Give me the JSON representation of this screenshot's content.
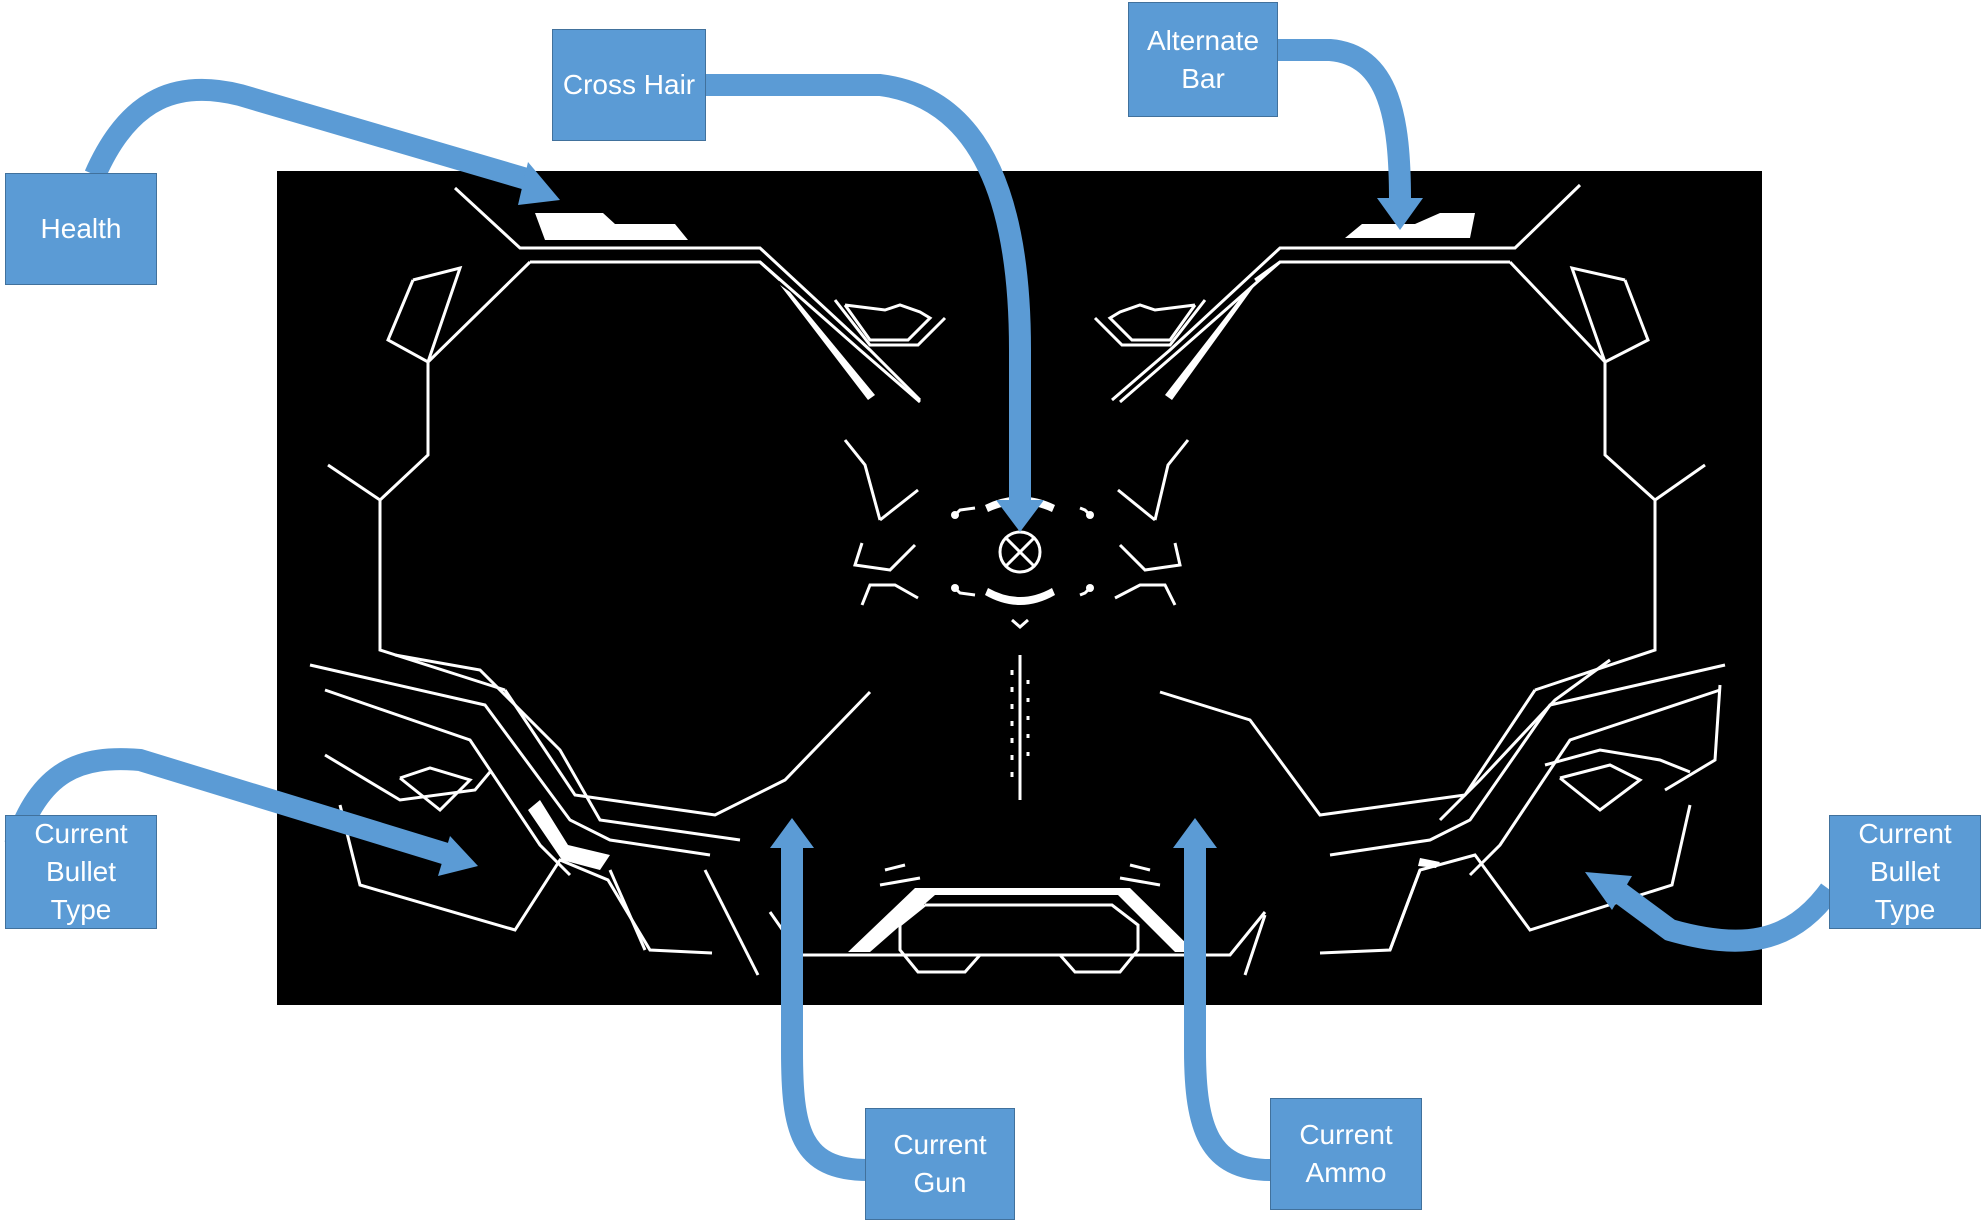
{
  "colors": {
    "hud_background": "#000000",
    "hud_lines": "#ffffff",
    "callout_fill": "#5b9bd5",
    "callout_border": "#41719c",
    "callout_text": "#ffffff",
    "arrow": "#5b9bd5"
  },
  "callouts": {
    "health": {
      "lines": [
        "Health"
      ]
    },
    "cross_hair": {
      "lines": [
        "Cross Hair"
      ]
    },
    "alternate_bar": {
      "lines": [
        "Alternate",
        "Bar"
      ]
    },
    "bullet_left": {
      "lines": [
        "Current",
        "Bullet",
        "Type"
      ]
    },
    "bullet_right": {
      "lines": [
        "Current",
        "Bullet",
        "Type"
      ]
    },
    "current_gun": {
      "lines": [
        "Current",
        "Gun"
      ]
    },
    "current_ammo": {
      "lines": [
        "Current",
        "Ammo"
      ]
    }
  }
}
